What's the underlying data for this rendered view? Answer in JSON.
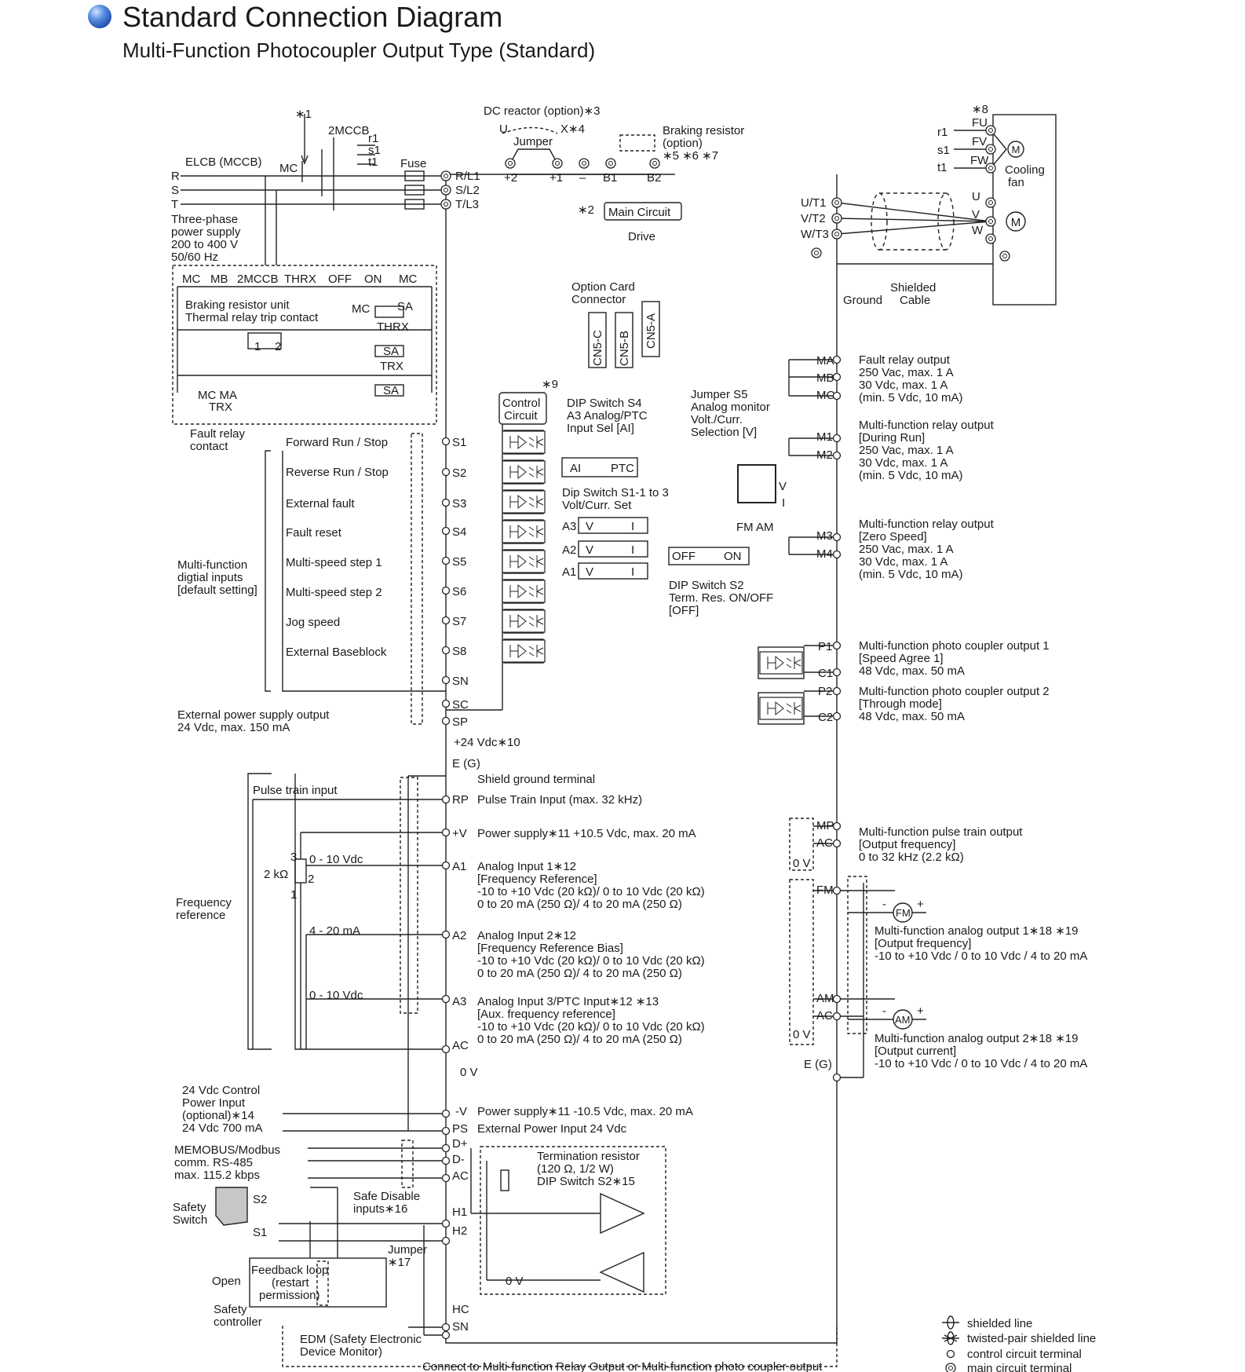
{
  "header": {
    "title": "Standard Connection Diagram",
    "subtitle": "Multi-Function Photocoupler Output Type (Standard)"
  },
  "power": {
    "note1": "∗1",
    "mccb2": "2MCCB",
    "r1": "r1",
    "s1": "s1",
    "t1": "t1",
    "fuse": "Fuse",
    "elcb": "ELCB (MCCB)",
    "mc": "MC",
    "r": "R",
    "s": "S",
    "t": "T",
    "supply": [
      "Three-phase",
      "power supply",
      "200 to 400 V",
      "50/60 Hz"
    ],
    "rl1": "R/L1",
    "sl2": "S/L2",
    "tl3": "T/L3"
  },
  "dc": {
    "reactor": "DC reactor (option)∗3",
    "u": "U",
    "x4": "X∗4",
    "jumper": "Jumper",
    "braking": [
      "Braking resistor",
      "(option)",
      "∗5 ∗6 ∗7"
    ],
    "p2": "+2",
    "p1": "+1",
    "minus": "–",
    "b1": "B1",
    "b2": "B2",
    "note2": "∗2",
    "main_circuit": "Main Circuit",
    "drive": "Drive"
  },
  "seq": {
    "labels": [
      "MC",
      "MB",
      "2MCCB",
      "THRX",
      "OFF",
      "ON",
      "MC"
    ],
    "mc_coil": "MC",
    "sa": "SA",
    "bru": [
      "Braking resistor unit",
      "Thermal relay trip contact"
    ],
    "n1": "1",
    "n2": "2",
    "thrx": "THRX",
    "trx": "TRX",
    "mc_ma": "MC  MA",
    "trx2": "TRX",
    "fault_contact": [
      "Fault relay",
      "contact"
    ]
  },
  "motor": {
    "note8": "∗8",
    "fu": "FU",
    "fv": "FV",
    "fw": "FW",
    "r1": "r1",
    "s1": "s1",
    "t1": "t1",
    "m": "M",
    "cooling": [
      "Cooling",
      "fan"
    ],
    "u": "U",
    "v": "V",
    "w": "W",
    "ut1": "U/T1",
    "vt2": "V/T2",
    "wt3": "W/T3",
    "ground": "Ground",
    "shielded": [
      "Shielded",
      "Cable"
    ]
  },
  "option": {
    "connector": [
      "Option Card",
      "Connector"
    ],
    "cn5c": "CN5-C",
    "cn5b": "CN5-B",
    "cn5a": "CN5-A",
    "note9": "∗9",
    "control": [
      "Control",
      "Circuit"
    ],
    "s4": [
      "DIP Switch S4",
      "A3 Analog/PTC",
      "Input Sel [AI]"
    ],
    "ai": "AI",
    "ptc": "PTC",
    "s5": [
      "Jumper S5",
      "Analog monitor",
      "Volt./Curr.",
      "Selection [V]"
    ],
    "v": "V",
    "i": "I",
    "fm_am": "FM AM",
    "s1": [
      "Dip Switch S1-1 to 3",
      "Volt/Curr. Set"
    ],
    "sw_rows": [
      "A3",
      "A2",
      "A1"
    ],
    "sw_v": "V",
    "sw_i": "I",
    "off": "OFF",
    "on": "ON",
    "s2": [
      "DIP Switch S2",
      "Term. Res. ON/OFF",
      "[OFF]"
    ]
  },
  "inputs": {
    "items": [
      "Forward Run / Stop",
      "Reverse Run / Stop",
      "External fault",
      "Fault reset",
      "Multi-speed step 1",
      "Multi-speed step 2",
      "Jog speed",
      "External Baseblock"
    ],
    "terms": [
      "S1",
      "S2",
      "S3",
      "S4",
      "S5",
      "S6",
      "S7",
      "S8"
    ],
    "group": [
      "Multi-function",
      "digtial inputs",
      "[default setting]"
    ],
    "sn": "SN",
    "sc": "SC",
    "sp": "SP",
    "ext": [
      "External power supply output",
      "24 Vdc, max. 150 mA"
    ],
    "p24": "+24 Vdc∗10",
    "eg": "E (G)"
  },
  "analog": {
    "shield": "Shield ground terminal",
    "pulse_in": "Pulse train input",
    "rp": "RP",
    "rp_desc": "Pulse Train Input (max. 32 kHz)",
    "pv": "+V",
    "pv_desc": "Power supply∗11 +10.5 Vdc, max. 20 mA",
    "k2": "2 kΩ",
    "n3": "3",
    "n2": "2",
    "n1": "1",
    "v010": "0 - 10 Vdc",
    "ma420": "4 - 20 mA",
    "v010b": "0 - 10 Vdc",
    "freq": [
      "Frequency",
      "reference"
    ],
    "a1": "A1",
    "a1_desc": [
      "Analog Input 1∗12",
      "[Frequency Reference]",
      "-10 to +10 Vdc (20 kΩ)/ 0 to 10 Vdc (20 kΩ)",
      "0 to 20 mA (250 Ω)/ 4 to 20 mA (250 Ω)"
    ],
    "a2": "A2",
    "a2_desc": [
      "Analog Input 2∗12",
      "[Frequency Reference Bias]",
      "-10 to +10 Vdc (20 kΩ)/ 0 to 10 Vdc (20 kΩ)",
      "0 to 20 mA (250 Ω)/ 4 to 20 mA (250 Ω)"
    ],
    "a3": "A3",
    "a3_desc": [
      "Analog Input 3/PTC Input∗12 ∗13",
      "[Aux. frequency reference]",
      "-10 to +10 Vdc (20 kΩ)/ 0 to 10 Vdc (20 kΩ)",
      "0 to 20 mA (250 Ω)/ 4 to 20 mA (250 Ω)"
    ],
    "ac": "AC",
    "zv": "0 V",
    "mv": "-V",
    "mv_desc": "Power supply∗11 -10.5 Vdc, max. 20 mA",
    "ps": "PS",
    "ps_desc": "External Power Input 24 Vdc",
    "ctrl24": [
      "24 Vdc Control",
      "Power Input",
      "(optional)∗14",
      "24 Vdc 700 mA"
    ]
  },
  "comm": {
    "memo": [
      "MEMOBUS/Modbus",
      "comm. RS-485",
      "max. 115.2 kbps"
    ],
    "dp": "D+",
    "dm": "D-",
    "ac": "AC",
    "term": [
      "Termination resistor",
      "(120 Ω, 1/2 W)",
      "DIP Switch S2∗15"
    ],
    "zv": "0 V"
  },
  "safety": {
    "switch": [
      "Safety",
      "Switch"
    ],
    "s2": "S2",
    "s1": "S1",
    "open": "Open",
    "sd": [
      "Safe Disable",
      "inputs∗16"
    ],
    "jumper": "Jumper",
    "n17": "∗17",
    "fb": [
      "Feedback loop",
      "(restart",
      "permission)"
    ],
    "ctrl": [
      "Safety",
      "controller"
    ],
    "h1": "H1",
    "h2": "H2",
    "hc": "HC",
    "sn": "SN",
    "edm": [
      "EDM (Safety Electronic",
      "Device Monitor)"
    ],
    "connect": "Connect to Multi-function Relay Output or Multi-function photo coupler output"
  },
  "outputs": {
    "ma": "MA",
    "mb": "MB",
    "mc": "MC",
    "fault": [
      "Fault relay output",
      "250 Vac, max. 1 A",
      "30 Vdc, max. 1 A",
      "(min. 5 Vdc, 10 mA)"
    ],
    "m1": "M1",
    "m2": "M2",
    "relay1": [
      "Multi-function relay output",
      "[During Run]",
      "250 Vac, max. 1 A",
      "30 Vdc, max. 1 A",
      "(min. 5 Vdc, 10 mA)"
    ],
    "m3": "M3",
    "m4": "M4",
    "relay2": [
      "Multi-function relay output",
      "[Zero Speed]",
      "250 Vac, max. 1 A",
      "30 Vdc, max. 1 A",
      "(min. 5 Vdc, 10 mA)"
    ],
    "p1": "P1",
    "c1": "C1",
    "pc1": [
      "Multi-function photo coupler output 1",
      "[Speed Agree 1]",
      "48 Vdc, max. 50 mA"
    ],
    "p2": "P2",
    "c2": "C2",
    "pc2": [
      "Multi-function photo coupler output 2",
      "[Through mode]",
      "48 Vdc, max. 50 mA"
    ],
    "mp": "MP",
    "ac": "AC",
    "zv": "0 V",
    "pulse_out": [
      "Multi-function pulse train output",
      "[Output frequency]",
      "0 to 32 kHz (2.2 kΩ)"
    ],
    "fm": "FM",
    "fm_meter": "FM",
    "am": "AM",
    "am_meter": "AM",
    "ac2": "AC",
    "zv2": "0 V",
    "ao1": [
      "Multi-function analog output 1∗18 ∗19",
      "[Output frequency]",
      "-10 to +10 Vdc / 0 to 10 Vdc / 4 to 20 mA"
    ],
    "ao2": [
      "Multi-function analog output 2∗18 ∗19",
      "[Output current]",
      "-10 to +10 Vdc / 0 to 10 Vdc / 4 to 20 mA"
    ],
    "eg": "E (G)",
    "plus": "+",
    "minus": "-"
  },
  "legend": {
    "items": [
      "shielded line",
      "twisted-pair shielded line",
      "control circuit terminal",
      "main circuit terminal"
    ]
  }
}
